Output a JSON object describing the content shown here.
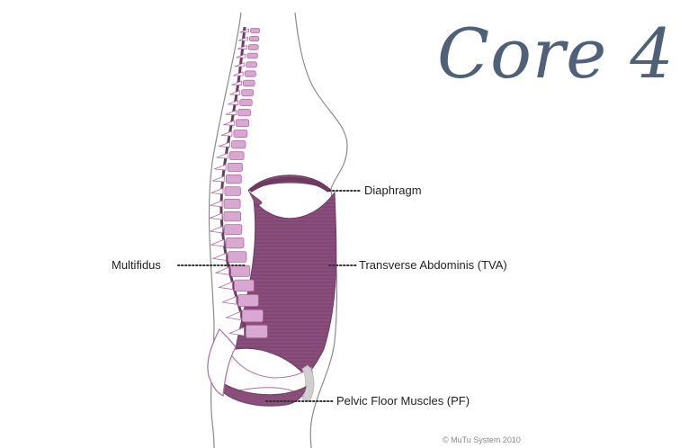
{
  "title": "Core 4",
  "labels": {
    "diaphragm": "Diaphragm",
    "tva": "Transverse Abdominis (TVA)",
    "multifidus": "Multifidus",
    "pelvic_floor": "Pelvic Floor Muscles (PF)"
  },
  "copyright": "© MuTu System 2010",
  "colors": {
    "muscle": "#8a4e7a",
    "muscle_dark": "#6d3a60",
    "spine_fill": "#d9a8d2",
    "spine_stroke": "#b06aa3",
    "body_outline": "#8a8a8a",
    "title": "#4e6179",
    "pelvis_gray": "#cfcfcf"
  }
}
